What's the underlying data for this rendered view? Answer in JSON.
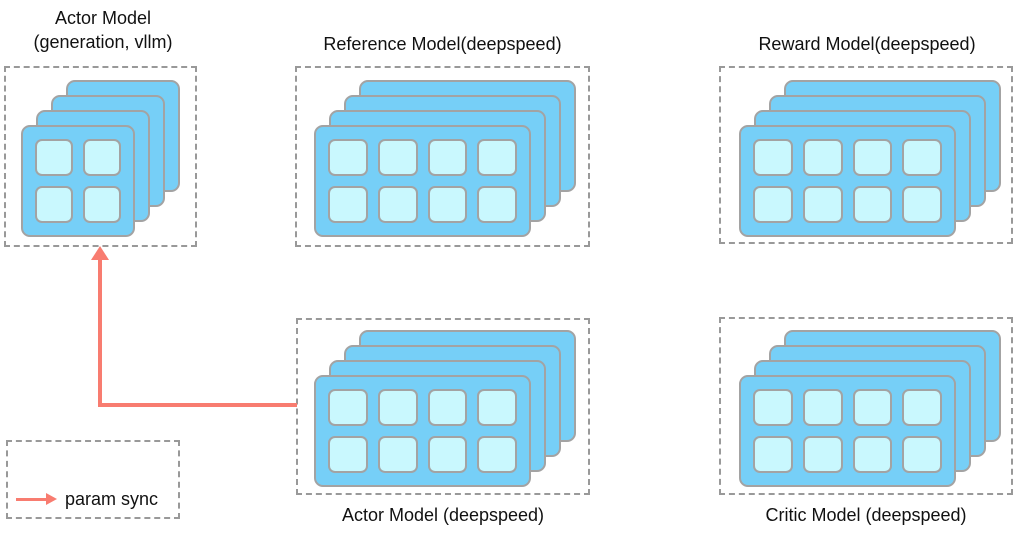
{
  "titles": {
    "actor_vllm_line1": "Actor Model",
    "actor_vllm_line2": "(generation, vllm)",
    "reference": "Reference Model(deepspeed)",
    "reward": "Reward Model(deepspeed)",
    "actor_deepspeed": "Actor Model (deepspeed)",
    "critic": "Critic Model (deepspeed)"
  },
  "legend": {
    "label": "param sync"
  },
  "stacks": {
    "small": {
      "cards": 4,
      "rows": 2,
      "cols": 2
    },
    "wide": {
      "cards": 4,
      "rows": 2,
      "cols": 4
    }
  },
  "colors": {
    "card_fill": "#76CFF7",
    "cell_fill": "#C9F8FE",
    "outline": "#A3A3A3",
    "dashed_border": "#999999",
    "arrow": "#F87C70",
    "text": "#111111"
  }
}
